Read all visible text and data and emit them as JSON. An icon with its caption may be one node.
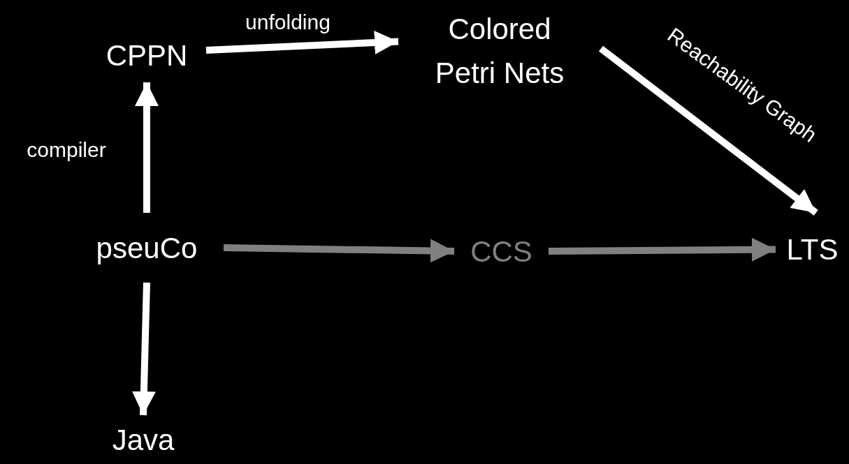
{
  "diagram": {
    "nodes": [
      {
        "text": [
          "CPPN"
        ]
      },
      {
        "text": [
          "Colored Petri Nets"
        ]
      },
      {
        "text": [
          "pseuCo"
        ]
      },
      {
        "text": [
          "CCS"
        ]
      },
      {
        "text": [
          "LTS"
        ]
      },
      {
        "text": [
          "Java"
        ]
      }
    ],
    "edges": [
      {
        "from": 2,
        "to": 0,
        "arrow": "to",
        "label": "compiler"
      },
      {
        "from": 0,
        "to": 1,
        "arrow": "to",
        "label": "unfolding"
      },
      {
        "from": 1,
        "to": 4,
        "arrow": "to",
        "label": "Reachability Graph"
      },
      {
        "from": 2,
        "to": 3,
        "arrow": "to",
        "color": "#808080"
      },
      {
        "from": 3,
        "to": 4,
        "arrow": "to",
        "color": "#808080"
      },
      {
        "from": 2,
        "to": 5,
        "arrow": "to"
      }
    ]
  }
}
